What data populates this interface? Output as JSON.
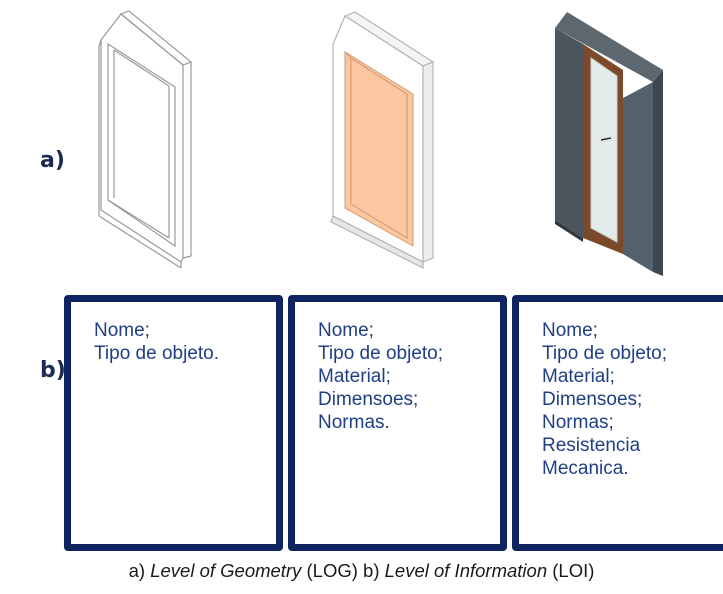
{
  "row_labels": {
    "a": "a)",
    "b": "b)"
  },
  "doors": [
    {
      "name": "wireframe-door",
      "style": "wireframe"
    },
    {
      "name": "shaded-door",
      "style": "shaded",
      "fill_color": "#fbc7a0"
    },
    {
      "name": "rendered-door",
      "style": "rendered",
      "frame_color": "#4d5962",
      "wood_color": "#7c4a2b",
      "glass_color": "#e3eaea"
    }
  ],
  "info_boxes": [
    {
      "lines": [
        "Nome;",
        "Tipo de objeto."
      ]
    },
    {
      "lines": [
        "Nome;",
        "Tipo de objeto;",
        "Material;",
        "Dimensoes;",
        "Normas."
      ]
    },
    {
      "lines": [
        "Nome;",
        "Tipo de objeto;",
        "Material;",
        "Dimensoes;",
        "Normas;",
        "Resistencia",
        "Mecanica."
      ]
    }
  ],
  "caption": {
    "part1_prefix": "a) ",
    "part1_italic": "Level of Geometry",
    "part1_suffix": " (LOG) b) ",
    "part2_italic": "Level of Information",
    "part2_suffix": " (LOI)"
  },
  "colors": {
    "box_border": "#0f2460",
    "box_text": "#1f3f84",
    "label_text": "#1b2a52"
  }
}
